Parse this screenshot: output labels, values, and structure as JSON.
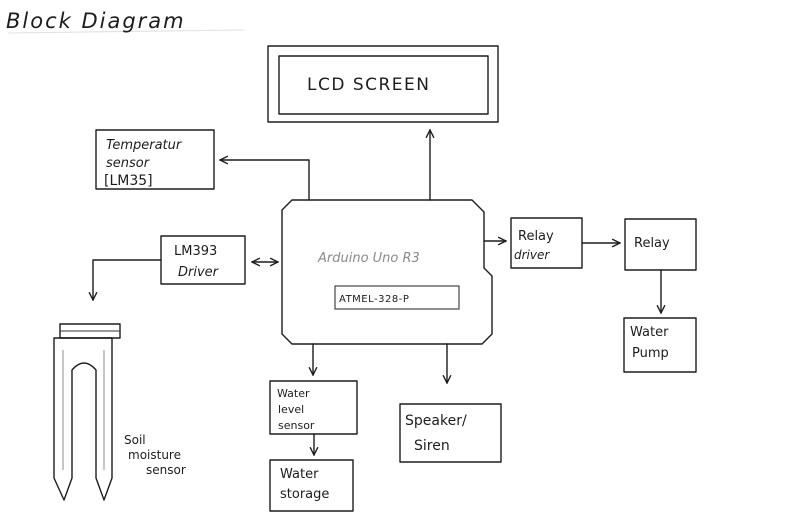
{
  "title": "Block Diagram",
  "blocks": {
    "lcd": "LCD SCREEN",
    "temp_line1": "Temperatur",
    "temp_line2": "sensor",
    "temp_line3": "[LM35]",
    "lm393_line1": "LM393",
    "lm393_line2": "Driver",
    "arduino": "Arduino Uno R3",
    "atmel": "ATMEL-328-P",
    "relay_driver_line1": "Relay",
    "relay_driver_line2": "driver",
    "relay": "Relay",
    "pump_line1": "Water",
    "pump_line2": "Pump",
    "water_level_line1": "Water",
    "water_level_line2": "level",
    "water_level_line3": "sensor",
    "speaker_line1": "Speaker/",
    "speaker_line2": "Siren",
    "storage_line1": "Water",
    "storage_line2": "storage",
    "soil_line1": "Soil",
    "soil_line2": "moisture",
    "soil_line3": "sensor"
  }
}
